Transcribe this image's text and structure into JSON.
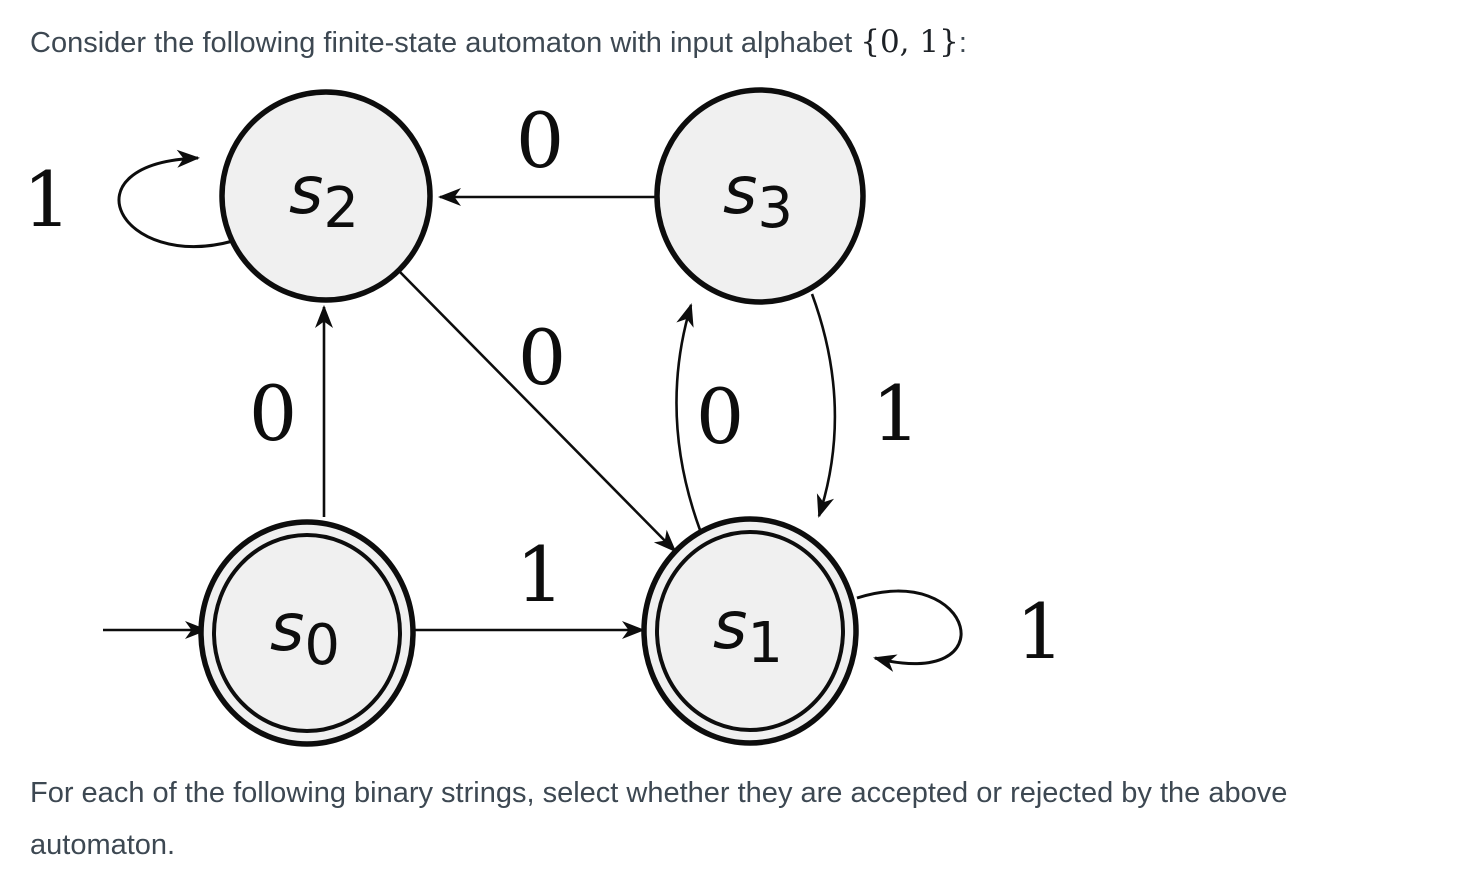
{
  "title": {
    "prefix": "Consider the following finite-state automaton with input alphabet ",
    "alphabet": "{0, 1}",
    "suffix": ":"
  },
  "footer": {
    "line1": "For each of the following binary strings, select whether they are accepted or rejected by the above",
    "line2": "automaton."
  },
  "automaton": {
    "states": [
      {
        "id": "s2",
        "label_main": "s",
        "label_sub": "2",
        "accepting": false,
        "start": false
      },
      {
        "id": "s3",
        "label_main": "s",
        "label_sub": "3",
        "accepting": false,
        "start": false
      },
      {
        "id": "s0",
        "label_main": "s",
        "label_sub": "0",
        "accepting": true,
        "start": true
      },
      {
        "id": "s1",
        "label_main": "s",
        "label_sub": "1",
        "accepting": true,
        "start": false
      }
    ],
    "transitions": [
      {
        "from": "s2",
        "to": "s2",
        "label": "1"
      },
      {
        "from": "s3",
        "to": "s2",
        "label": "0"
      },
      {
        "from": "s0",
        "to": "s2",
        "label": "0"
      },
      {
        "from": "s2",
        "to": "s1",
        "label": "0"
      },
      {
        "from": "s1",
        "to": "s3",
        "label": "0"
      },
      {
        "from": "s3",
        "to": "s1",
        "label": "1"
      },
      {
        "from": "s0",
        "to": "s1",
        "label": "1"
      },
      {
        "from": "s1",
        "to": "s1",
        "label": "1"
      }
    ],
    "colors": {
      "state_fill": "#f0f0f0",
      "stroke": "#0d0d0d",
      "body_text": "#3d4852"
    }
  }
}
